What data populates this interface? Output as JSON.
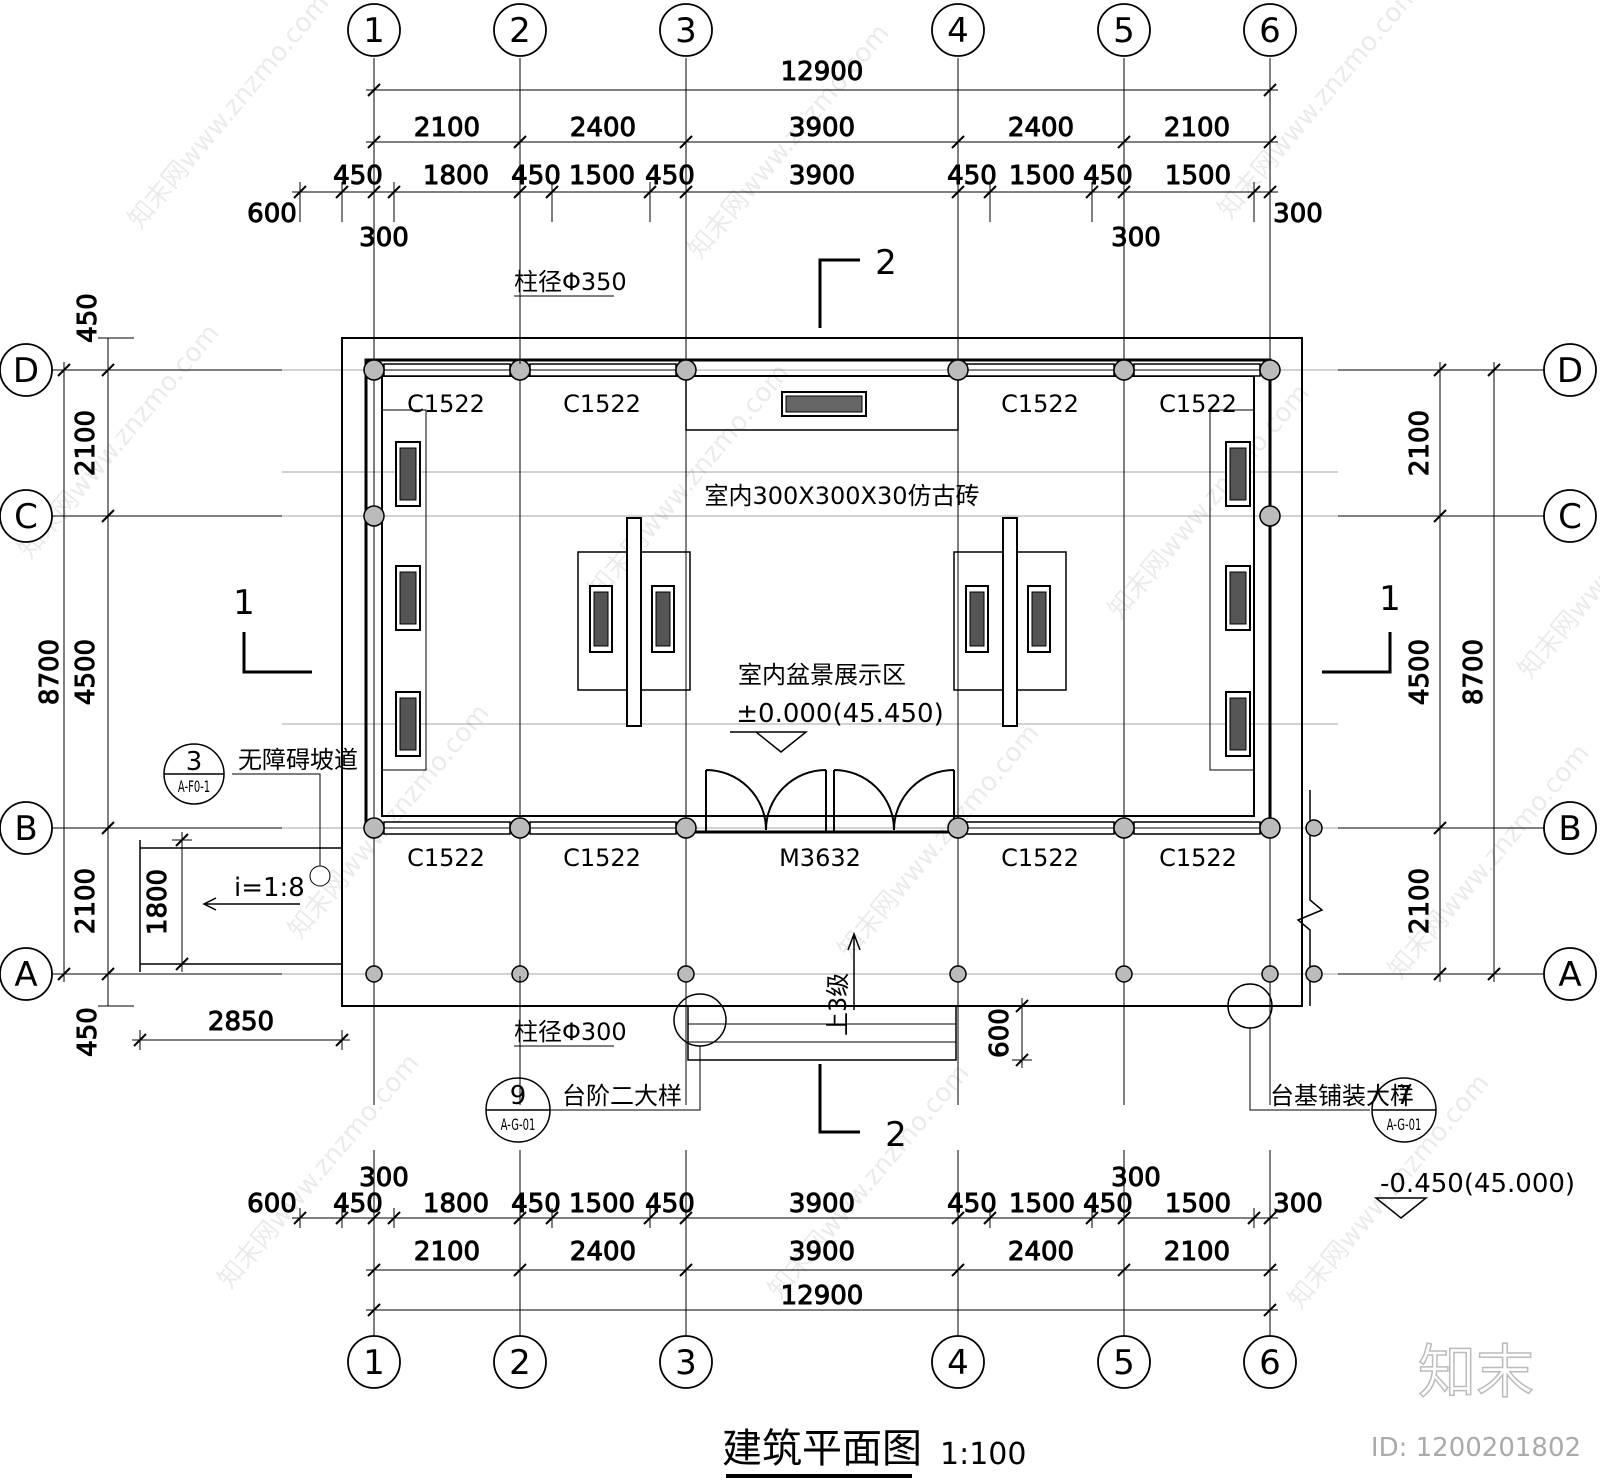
{
  "drawing": {
    "title": "建筑平面图",
    "scale": "1:100"
  },
  "grid": {
    "columns": [
      "1",
      "2",
      "3",
      "4",
      "5",
      "6"
    ],
    "rows": [
      "D",
      "C",
      "B",
      "A"
    ]
  },
  "dimensions": {
    "top_total": "12900",
    "top_bays": [
      "2100",
      "2400",
      "3900",
      "2400",
      "2100"
    ],
    "top_detail": [
      "600",
      "450",
      "1800",
      "450",
      "1500",
      "450",
      "3900",
      "450",
      "1500",
      "450",
      "1500",
      "300"
    ],
    "top_offsets": [
      "300",
      "300"
    ],
    "bottom_total": "12900",
    "bottom_bays": [
      "2100",
      "2400",
      "3900",
      "2400",
      "2100"
    ],
    "bottom_detail": [
      "600",
      "450",
      "1800",
      "450",
      "1500",
      "450",
      "3900",
      "450",
      "1500",
      "450",
      "1500",
      "300"
    ],
    "bottom_offsets": [
      "300",
      "300"
    ],
    "left_total": "8700",
    "left_bays": [
      "2100",
      "4500",
      "2100"
    ],
    "left_edges": [
      "450",
      "450"
    ],
    "right_total": "8700",
    "right_bays": [
      "2100",
      "4500",
      "2100"
    ],
    "ramp_width": "1800",
    "ramp_length": "2850",
    "step_depth": "600"
  },
  "labels": {
    "window_top": [
      "C1522",
      "C1522",
      "C1522",
      "C1522"
    ],
    "window_bottom": [
      "C1522",
      "C1522",
      "C1522",
      "C1522"
    ],
    "door": "M3632",
    "floor_note": "室内300X300X30仿古砖",
    "area_name": "室内盆景展示区",
    "floor_level": "±0.000(45.450)",
    "outside_level": "-0.450(45.000)",
    "column_dia_top": "柱径Φ350",
    "column_dia_bottom": "柱径Φ300",
    "ramp_note": "无障碍坡道",
    "ramp_slope": "i=1:8",
    "steps_note": "上3级",
    "step_detail_note": "台阶二大样",
    "base_detail_note": "台基铺装大样",
    "section_1": "1",
    "section_2": "2"
  },
  "detail_refs": [
    {
      "num": "3",
      "sheet": "A-F0-1"
    },
    {
      "num": "9",
      "sheet": "A-G-01"
    },
    {
      "num": "7",
      "sheet": "A-G-01"
    }
  ],
  "watermark": {
    "text": "知末网www.znzmo.com",
    "logo": "知末",
    "id": "ID: 1200201802"
  }
}
